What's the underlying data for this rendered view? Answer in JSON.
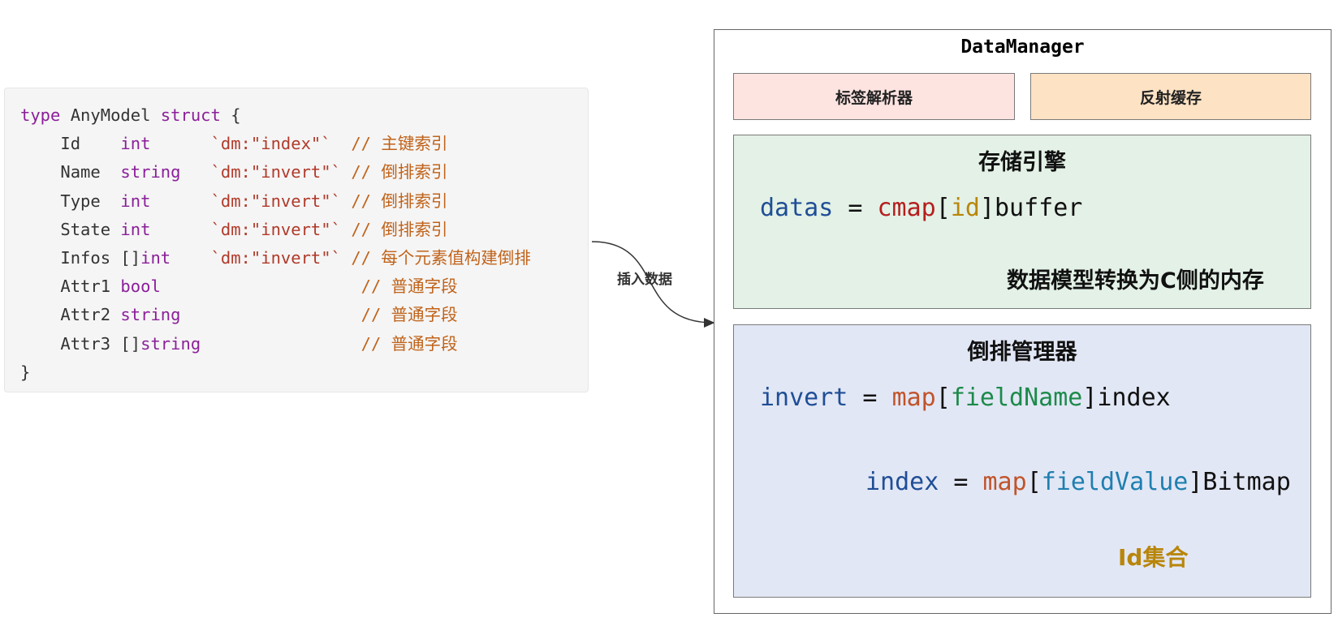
{
  "code": {
    "lines": [
      [
        {
          "t": "type",
          "c": "kw"
        },
        {
          "t": " AnyModel ",
          "c": "plain"
        },
        {
          "t": "struct",
          "c": "kw"
        },
        {
          "t": " {",
          "c": "plain"
        }
      ],
      [
        {
          "t": "    Id    ",
          "c": "plain"
        },
        {
          "t": "int",
          "c": "ty"
        },
        {
          "t": "      ",
          "c": "plain"
        },
        {
          "t": "`dm:\"index\"`",
          "c": "str"
        },
        {
          "t": "  ",
          "c": "plain"
        },
        {
          "t": "// 主键索引",
          "c": "cm"
        }
      ],
      [
        {
          "t": "    Name  ",
          "c": "plain"
        },
        {
          "t": "string",
          "c": "ty"
        },
        {
          "t": "   ",
          "c": "plain"
        },
        {
          "t": "`dm:\"invert\"`",
          "c": "str"
        },
        {
          "t": " ",
          "c": "plain"
        },
        {
          "t": "// 倒排索引",
          "c": "cm"
        }
      ],
      [
        {
          "t": "    Type  ",
          "c": "plain"
        },
        {
          "t": "int",
          "c": "ty"
        },
        {
          "t": "      ",
          "c": "plain"
        },
        {
          "t": "`dm:\"invert\"`",
          "c": "str"
        },
        {
          "t": " ",
          "c": "plain"
        },
        {
          "t": "// 倒排索引",
          "c": "cm"
        }
      ],
      [
        {
          "t": "    State ",
          "c": "plain"
        },
        {
          "t": "int",
          "c": "ty"
        },
        {
          "t": "      ",
          "c": "plain"
        },
        {
          "t": "`dm:\"invert\"`",
          "c": "str"
        },
        {
          "t": " ",
          "c": "plain"
        },
        {
          "t": "// 倒排索引",
          "c": "cm"
        }
      ],
      [
        {
          "t": "    Infos []",
          "c": "plain"
        },
        {
          "t": "int",
          "c": "ty"
        },
        {
          "t": "    ",
          "c": "plain"
        },
        {
          "t": "`dm:\"invert\"`",
          "c": "str"
        },
        {
          "t": " ",
          "c": "plain"
        },
        {
          "t": "// 每个元素值构建倒排",
          "c": "cm"
        }
      ],
      [
        {
          "t": "    Attr1 ",
          "c": "plain"
        },
        {
          "t": "bool",
          "c": "ty"
        },
        {
          "t": "                    ",
          "c": "plain"
        },
        {
          "t": "// 普通字段",
          "c": "cm"
        }
      ],
      [
        {
          "t": "    Attr2 ",
          "c": "plain"
        },
        {
          "t": "string",
          "c": "ty"
        },
        {
          "t": "                  ",
          "c": "plain"
        },
        {
          "t": "// 普通字段",
          "c": "cm"
        }
      ],
      [
        {
          "t": "    Attr3 []",
          "c": "plain"
        },
        {
          "t": "string",
          "c": "ty"
        },
        {
          "t": "                ",
          "c": "plain"
        },
        {
          "t": "// 普通字段",
          "c": "cm"
        }
      ],
      [
        {
          "t": "}",
          "c": "plain"
        }
      ]
    ]
  },
  "arrow_label": "插入数据",
  "data_manager": {
    "title": "DataManager",
    "tag_parser": "标签解析器",
    "reflect_cache": "反射缓存",
    "storage": {
      "title": "存储引擎",
      "expr": [
        {
          "t": "datas",
          "c": "e-blue"
        },
        {
          "t": " = ",
          "c": "e-black"
        },
        {
          "t": "cmap",
          "c": "e-red"
        },
        {
          "t": "[",
          "c": "e-black"
        },
        {
          "t": "id",
          "c": "e-gold"
        },
        {
          "t": "]buffer",
          "c": "e-black"
        }
      ],
      "note": "数据模型转换为C侧的内存"
    },
    "inverted": {
      "title": "倒排管理器",
      "expr1": [
        {
          "t": "invert",
          "c": "e-blue"
        },
        {
          "t": " = ",
          "c": "e-black"
        },
        {
          "t": "map",
          "c": "e-orange"
        },
        {
          "t": "[",
          "c": "e-black"
        },
        {
          "t": "fieldName",
          "c": "e-green"
        },
        {
          "t": "]index",
          "c": "e-black"
        }
      ],
      "expr2": [
        {
          "t": "index",
          "c": "e-blue"
        },
        {
          "t": " = ",
          "c": "e-black"
        },
        {
          "t": "map",
          "c": "e-orange"
        },
        {
          "t": "[",
          "c": "e-black"
        },
        {
          "t": "fieldValue",
          "c": "e-cyan"
        },
        {
          "t": "]Bitmap",
          "c": "e-black"
        }
      ],
      "id_set": "Id集合"
    }
  }
}
